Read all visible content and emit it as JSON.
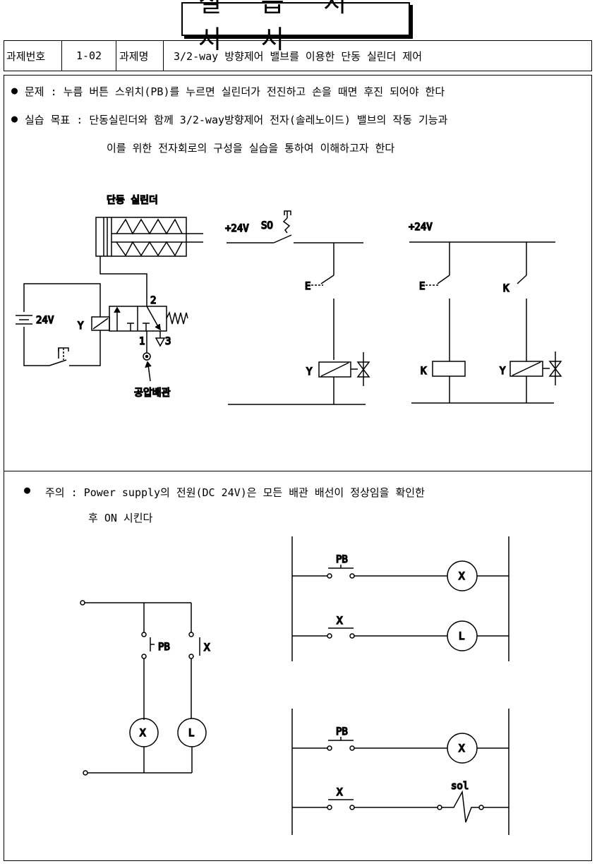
{
  "title": "실 습 지 시 서",
  "header": {
    "task_no_label": "과제번호",
    "task_no": "1-02",
    "task_name_label": "과제명",
    "task_name": "3/2-way 방향제어 밸브를 이용한 단동 실린더 제어"
  },
  "problem": {
    "bullet": "●",
    "text": "문제 : 누름 버튼 스위치(PB)를 누르면 실린더가 전진하고 손을 때면 후진 되어야 한다"
  },
  "goal": {
    "bullet": "●",
    "line1": "실습 목표 : 단동실린더와 함께 3/2-way방향제어 전자(솔레노이드) 밸브의 작동 기능과",
    "line2": "이를 위한 전자회로의 구성을 실습을 통하여 이해하고자 한다"
  },
  "pneumatic": {
    "cylinder_label": "단동 실린더",
    "voltage": "24V",
    "solenoid": "Y",
    "port_2": "2",
    "port_1": "1",
    "port_3": "3",
    "air_supply": "공압배관"
  },
  "circuit_a": {
    "supply": "+24V",
    "switch": "SO",
    "contact": "E",
    "coil": "Y"
  },
  "circuit_b": {
    "supply": "+24V",
    "contact_e": "E",
    "contact_k": "K",
    "coil_k": "K",
    "coil_y": "Y"
  },
  "caution": {
    "bullet": "●",
    "line1": "주의 : Power supply의 전원(DC 24V)은 모든 배관 배선이 정상임을 확인한",
    "line2": "후 ON 시킨다"
  },
  "circuit_c": {
    "pb": "PB",
    "x_contact": "X",
    "lamp_x": "X",
    "lamp_l": "L"
  },
  "ladder_1": {
    "pb": "PB",
    "x_contact": "X",
    "coil_x": "X",
    "lamp_l": "L"
  },
  "ladder_2": {
    "pb": "PB",
    "x_contact": "X",
    "coil_x": "X",
    "sol": "sol"
  }
}
